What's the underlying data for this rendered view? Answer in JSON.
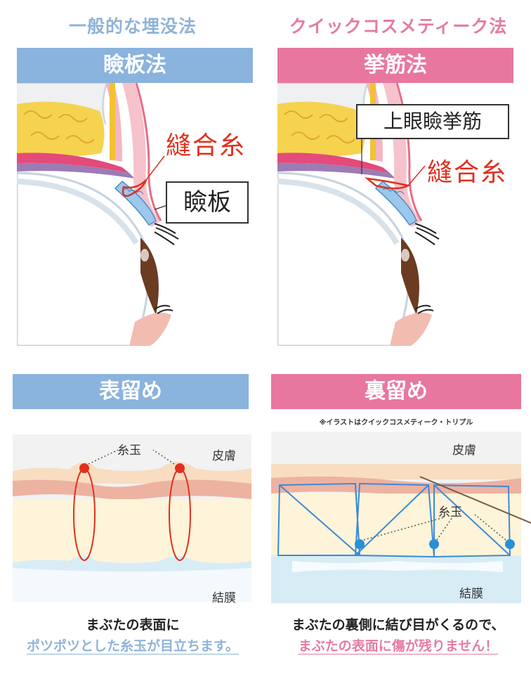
{
  "columns": {
    "left": {
      "heading": "一般的な埋没法",
      "method_bar": "瞼板法",
      "stitch_label": "縫合糸",
      "anchor_label": "瞼板",
      "technique_bar": "表留め",
      "knot_label": "糸玉",
      "skin_label": "皮膚",
      "conjunctiva_label": "結膜",
      "caption_line1": "まぶたの表面に",
      "caption_line2": "ポツポツとした糸玉が目立ちます。"
    },
    "right": {
      "heading": "クイックコスメティーク法",
      "method_bar": "挙筋法",
      "stitch_label": "縫合糸",
      "anchor_label": "上眼瞼挙筋",
      "technique_bar": "裏留め",
      "illustration_note": "※イラストはクイックコスメティーク・トリプル",
      "knot_label": "糸玉",
      "skin_label": "皮膚",
      "conjunctiva_label": "結膜",
      "caption_line1": "まぶたの裏側に結び目がくるので、",
      "caption_line2": "まぶたの表面に傷が残りません！"
    }
  },
  "colors": {
    "blue_accent": "#8ab3dd",
    "pink_accent": "#e877a0",
    "suture_red": "#e0301e",
    "knot_blue": "#2a8fd6"
  }
}
